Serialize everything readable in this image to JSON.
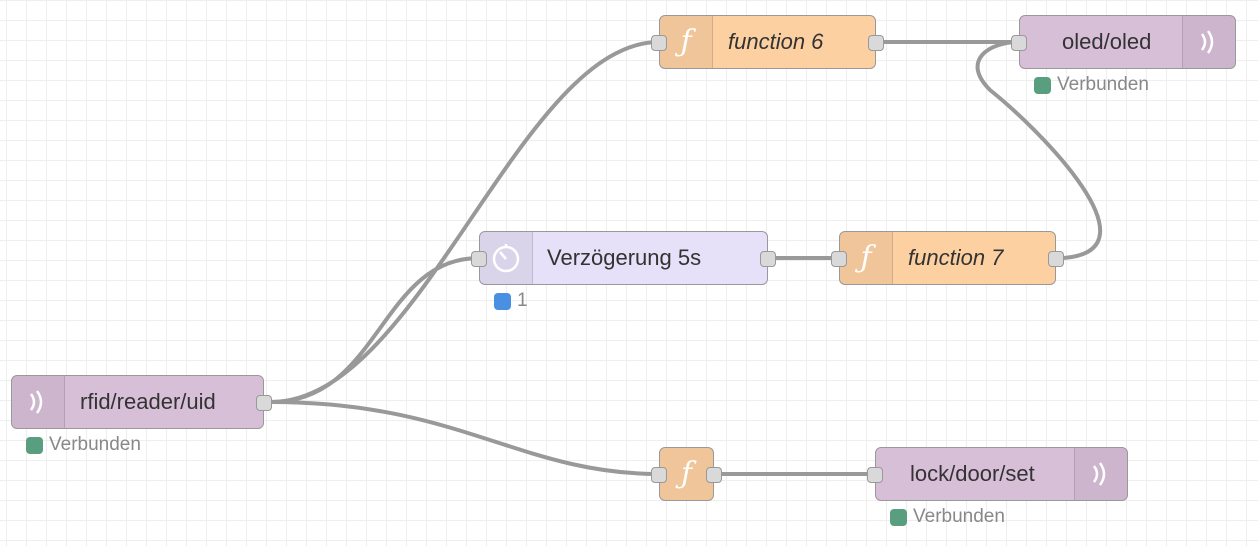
{
  "colors": {
    "mqtt_node": "#d8bfd8",
    "function_node": "#fdd0a2",
    "delay_node": "#e6e0f8",
    "wire": "#999999",
    "status_connected": "#5a9e80",
    "status_blue": "#4a90e2"
  },
  "nodes": {
    "rfid_reader": {
      "label": "rfid/reader/uid",
      "icon": "bridge-icon",
      "status": "Verbunden"
    },
    "delay": {
      "label": "Verzögerung 5s",
      "icon": "timer-icon",
      "status": "1"
    },
    "function6": {
      "label": "function 6",
      "icon": "function-icon"
    },
    "function7": {
      "label": "function 7",
      "icon": "function-icon"
    },
    "function_unnamed": {
      "label": "",
      "icon": "function-icon"
    },
    "oled_out": {
      "label": "oled/oled",
      "icon": "bridge-icon",
      "status": "Verbunden"
    },
    "lock_out": {
      "label": "lock/door/set",
      "icon": "bridge-icon",
      "status": "Verbunden"
    }
  },
  "glyphs": {
    "function": "ƒ"
  }
}
